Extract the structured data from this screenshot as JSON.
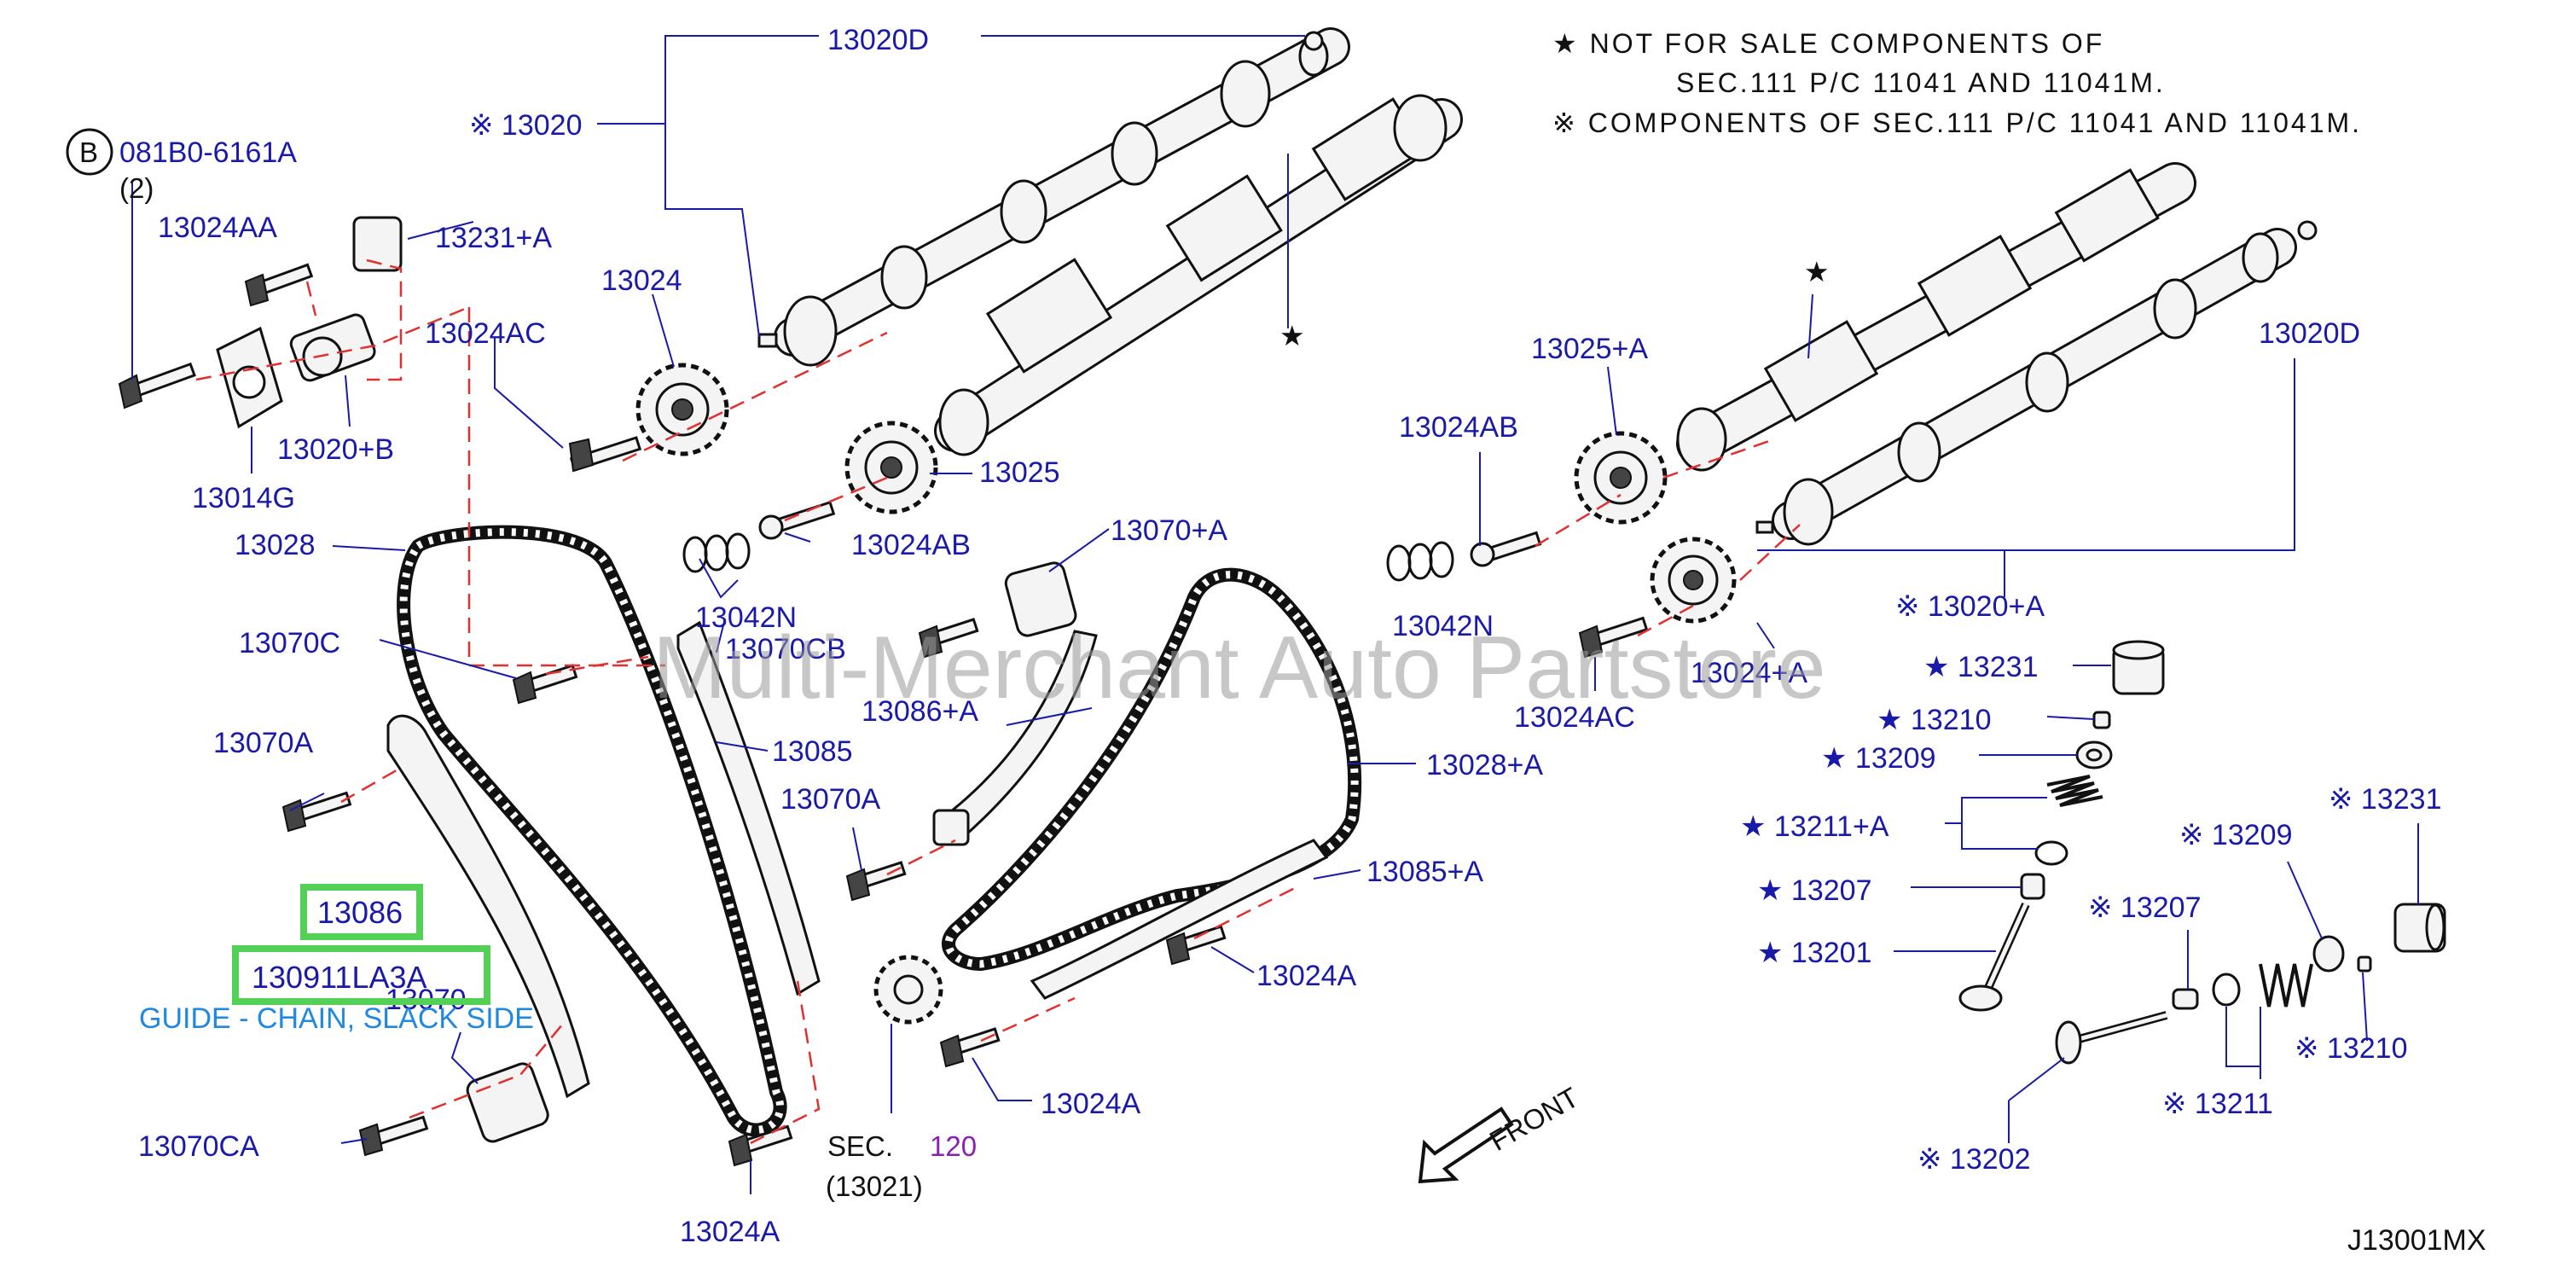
{
  "notes": {
    "star_line1": "★  NOT  FOR  SALE  COMPONENTS  OF",
    "star_line2": "SEC.111  P/C  11041  AND  11041M.",
    "kome_line": "※ COMPONENTS  OF  SEC.111  P/C  11041  AND  11041M."
  },
  "callout": {
    "circle": "B",
    "part": "081B0-6161A",
    "qty": "(2)"
  },
  "labels": {
    "p13020D_top": "13020D",
    "p13020_kome": "※ 13020",
    "p13024AA": "13024AA",
    "p13231A_top": "13231+A",
    "p13024": "13024",
    "p13024AC_left": "13024AC",
    "p13020B": "13020+B",
    "p13014G": "13014G",
    "p13025": "13025",
    "p13028": "13028",
    "p13024AB_mid": "13024AB",
    "p13042N_left": "13042N",
    "p13070CB": "13070CB",
    "p13070C": "13070C",
    "p13070_plusA": "13070+A",
    "p13085": "13085",
    "p13086A": "13086+A",
    "p13070A_left": "13070A",
    "p13070A_mid": "13070A",
    "p13028A": "13028+A",
    "p13085A": "13085+A",
    "p13024A_mid": "13024A",
    "p13024A_low": "13024A",
    "p13024A_bottom": "13024A",
    "p13070": "13070",
    "p13070CA": "13070CA",
    "p13025A": "13025+A",
    "p13024AB_right": "13024AB",
    "p13042N_right": "13042N",
    "p13024AC_right": "13024AC",
    "p13024A_plus": "13024+A",
    "p13020D_right": "13020D",
    "p13020A_kome": "※ 13020+A",
    "p13231_star": "★ 13231",
    "p13210_star": "★ 13210",
    "p13209_star": "★ 13209",
    "p13211A_star": "★ 13211+A",
    "p13207_star": "★ 13207",
    "p13201_star": "★ 13201",
    "p13209_kome": "※ 13209",
    "p13231_kome": "※ 13231",
    "p13207_kome": "※ 13207",
    "p13210_kome": "※ 13210",
    "p13211_kome": "※ 13211",
    "p13202_kome": "※ 13202"
  },
  "stars": {
    "left_cam": "★",
    "right_cam": "★"
  },
  "sec_ref": {
    "prefix": "SEC.",
    "number": "120",
    "sub": "(13021)"
  },
  "front_label": "FRONT",
  "highlight": {
    "part_13086": "13086",
    "part_number": "130911LA3A",
    "description": "GUIDE - CHAIN, SLACK SIDE"
  },
  "watermark": "Multi-Merchant Auto Partstore",
  "diagram_code": "J13001MX",
  "colors": {
    "label": "#1a1aa8",
    "dash": "#e03030",
    "highlight": "#52d156",
    "guide": "#1f88e0",
    "sec_number": "#8a1fb4"
  }
}
